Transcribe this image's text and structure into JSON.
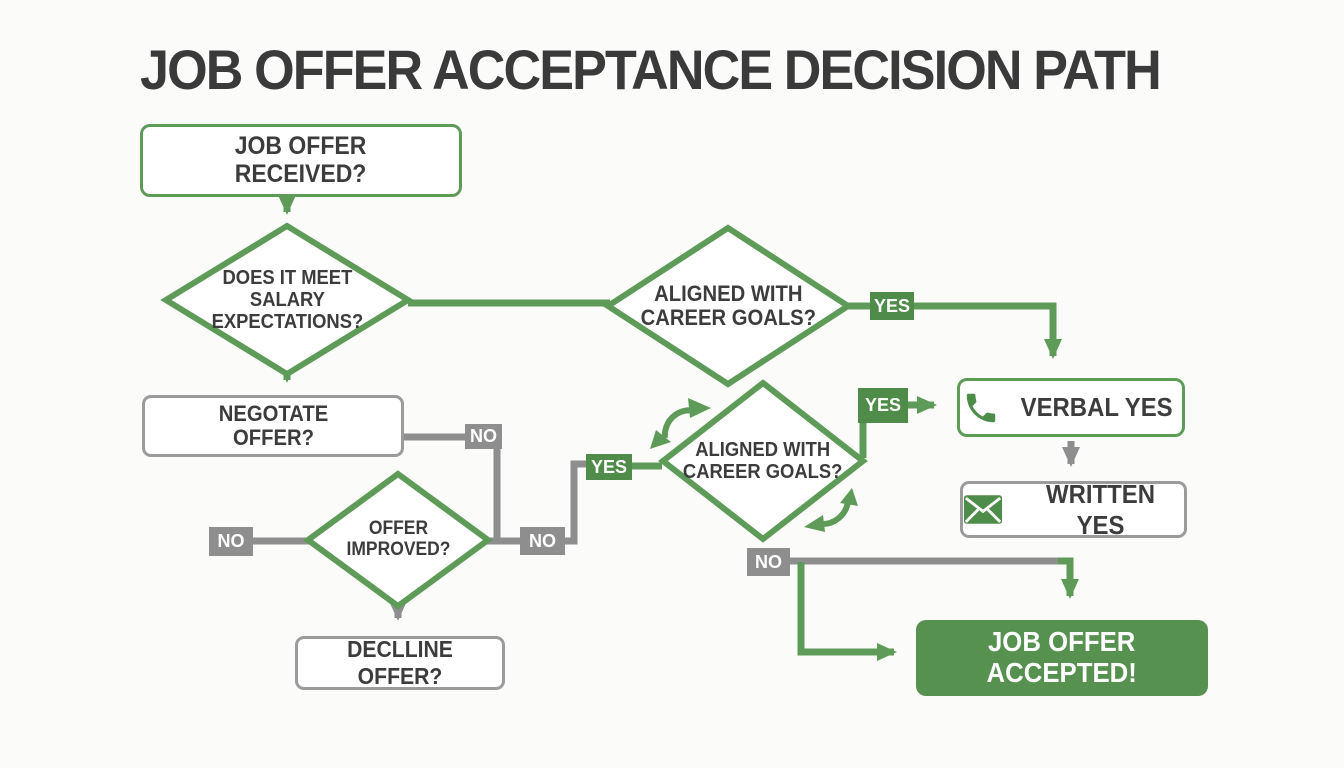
{
  "title": "JOB OFFER ACCEPTANCE DECISION PATH",
  "nodes": {
    "received": {
      "line1": "JOB OFFER",
      "line2": "RECEIVED?"
    },
    "salary": {
      "line1": "DOES IT MEET",
      "line2": "SALARY",
      "line3": "EXPECTATIONS?"
    },
    "career_top": {
      "line1": "ALIGNED WITH",
      "line2": "CAREER GOALS?"
    },
    "career_mid": {
      "line1": "ALIGNED WITH",
      "line2": "CAREER GOALS?"
    },
    "negotiate": {
      "line1": "NEGOTATE",
      "line2": "OFFER?"
    },
    "improved": {
      "line1": "OFFER",
      "line2": "IMPROVED?"
    },
    "decline": {
      "label": "DECLLINE OFFER?"
    },
    "verbal": {
      "label": "VERBAL YES",
      "icon": "phone-icon"
    },
    "written": {
      "label": "WRITTEN YES",
      "icon": "envelope-icon"
    },
    "accepted": {
      "line1": "JOB OFFER",
      "line2": "ACCEPTED!"
    }
  },
  "edge_labels": {
    "yes_top": "YES",
    "yes_mid": "YES",
    "yes_left": "YES",
    "no_negotiate": "NO",
    "no_left": "NO",
    "no_mid": "NO",
    "no_bottom": "NO"
  },
  "colors": {
    "green_fill": "#579150",
    "green_label": "#4f8c49",
    "green_line": "#5f9b58",
    "gray_line": "#8e8e8e",
    "gray_border": "#9b9b9b",
    "text": "#3c3c3c",
    "background": "#fbfbf9"
  }
}
